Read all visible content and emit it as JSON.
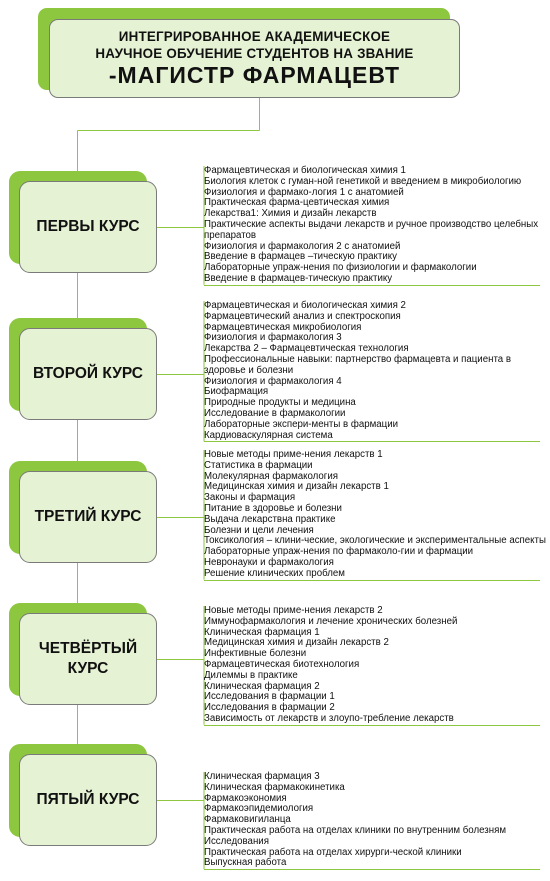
{
  "title": {
    "line1": "ИНТЕГРИРОВАННОЕ АКАДЕМИЧЕСКОЕ",
    "line2": "НАУЧНОЕ ОБУЧЕНИЕ СТУДЕНТОВ НА ЗВАНИЕ",
    "line3": "-МАГИСТР ФАРМАЦЕВТ"
  },
  "colors": {
    "box_back": "#8dc63f",
    "box_front": "#e6f2d4",
    "border": "#7a7a7a",
    "connector": "#8dc63f"
  },
  "years": [
    {
      "label": "ПЕРВЫ КУРС",
      "subjects": [
        "Фармацевтическая и биологическая   химия 1",
        "Биология клеток  с гуман-ной генетикой и введением в микробиологию",
        "Физиология  и фармако-логия 1 с анатомией",
        "Практическая  фарма-цевтическая химия",
        "Лекарства1: Химия и дизайн лекарств",
        "Практические  аспекты выдачи лекарств и ручное производство целебных  препаратов",
        "Физиология и фармакология 2 с анатомией",
        "Введение  в фармацев –тическую практику",
        "Лабораторные упраж-нения по  физиологии и фармакологии",
        "Введение в  фармацев-тическую  практику"
      ]
    },
    {
      "label": "ВТОРОЙ КУРС",
      "subjects": [
        "Фармацевтическая и биологическая  химия 2",
        "Фармацевтический  анализ и спектроскопия",
        "Фармацевтическая микробиология",
        "Физиология и фармакология 3",
        "Лекарства 2 – Фармацевтическая технология",
        "Профессиональные навыки: партнерство фармацевта и пациента в здоровье  и болезни",
        "Физиология и фармакология 4",
        "Биофармация",
        "Природные продукты  и медицина",
        "Исследование  в фармакологии",
        "Лабораторные  экспери-менты в фармации",
        "Кардиоваскулярная система"
      ]
    },
    {
      "label": "ТРЕТИЙ КУРС",
      "subjects": [
        "Новые методы приме-нения лекарств  1",
        "Статистика в фармации",
        "Молекулярная фармакология",
        "Медицинская химия и дизайн лекарств  1",
        "Законы и фармация",
        "Питание в  здоровье  и болезни",
        "Выдача лекарствна практике",
        "Болезни и цели лечения",
        "Токсикология – клини-ческие, экологические и экспериментальные аспекты",
        "Лабораторные упраж-нения по  фармаколо-гии и фармации",
        "Невронауки и фармакология",
        "Решение клинических проблем"
      ]
    },
    {
      "label": "ЧЕТВЁРТЫЙ КУРС",
      "subjects": [
        "Новые методы приме-нения лекарств  2",
        "Иммунофармакология и лечение хронических болезней",
        "Клиническая фармация 1",
        "Медицинская химия и дизайн лекарств 2",
        "Инфективные болезни",
        "Фармацевтическая биотехнология",
        "Дилеммы в практике",
        "Клиническая фармация 2",
        "Исследования в фармации 1",
        "Исследования в фармации 2",
        "Зависимость от лекарств и злоупо-требление лекарств"
      ]
    },
    {
      "label": "ПЯТЫЙ КУРС",
      "subjects": [
        "Клиническая фармация 3",
        "Клиническая фармакокинетика",
        "Фармакоэкономия",
        "Фармакоэпидемиология",
        "Фармаковигиланца",
        "Практическая работа на отделах клиники по внутренним болезням",
        "Исследования",
        "Практическая работа на отделах хирурги-ческой клиники",
        "Выпускная работа"
      ]
    }
  ]
}
